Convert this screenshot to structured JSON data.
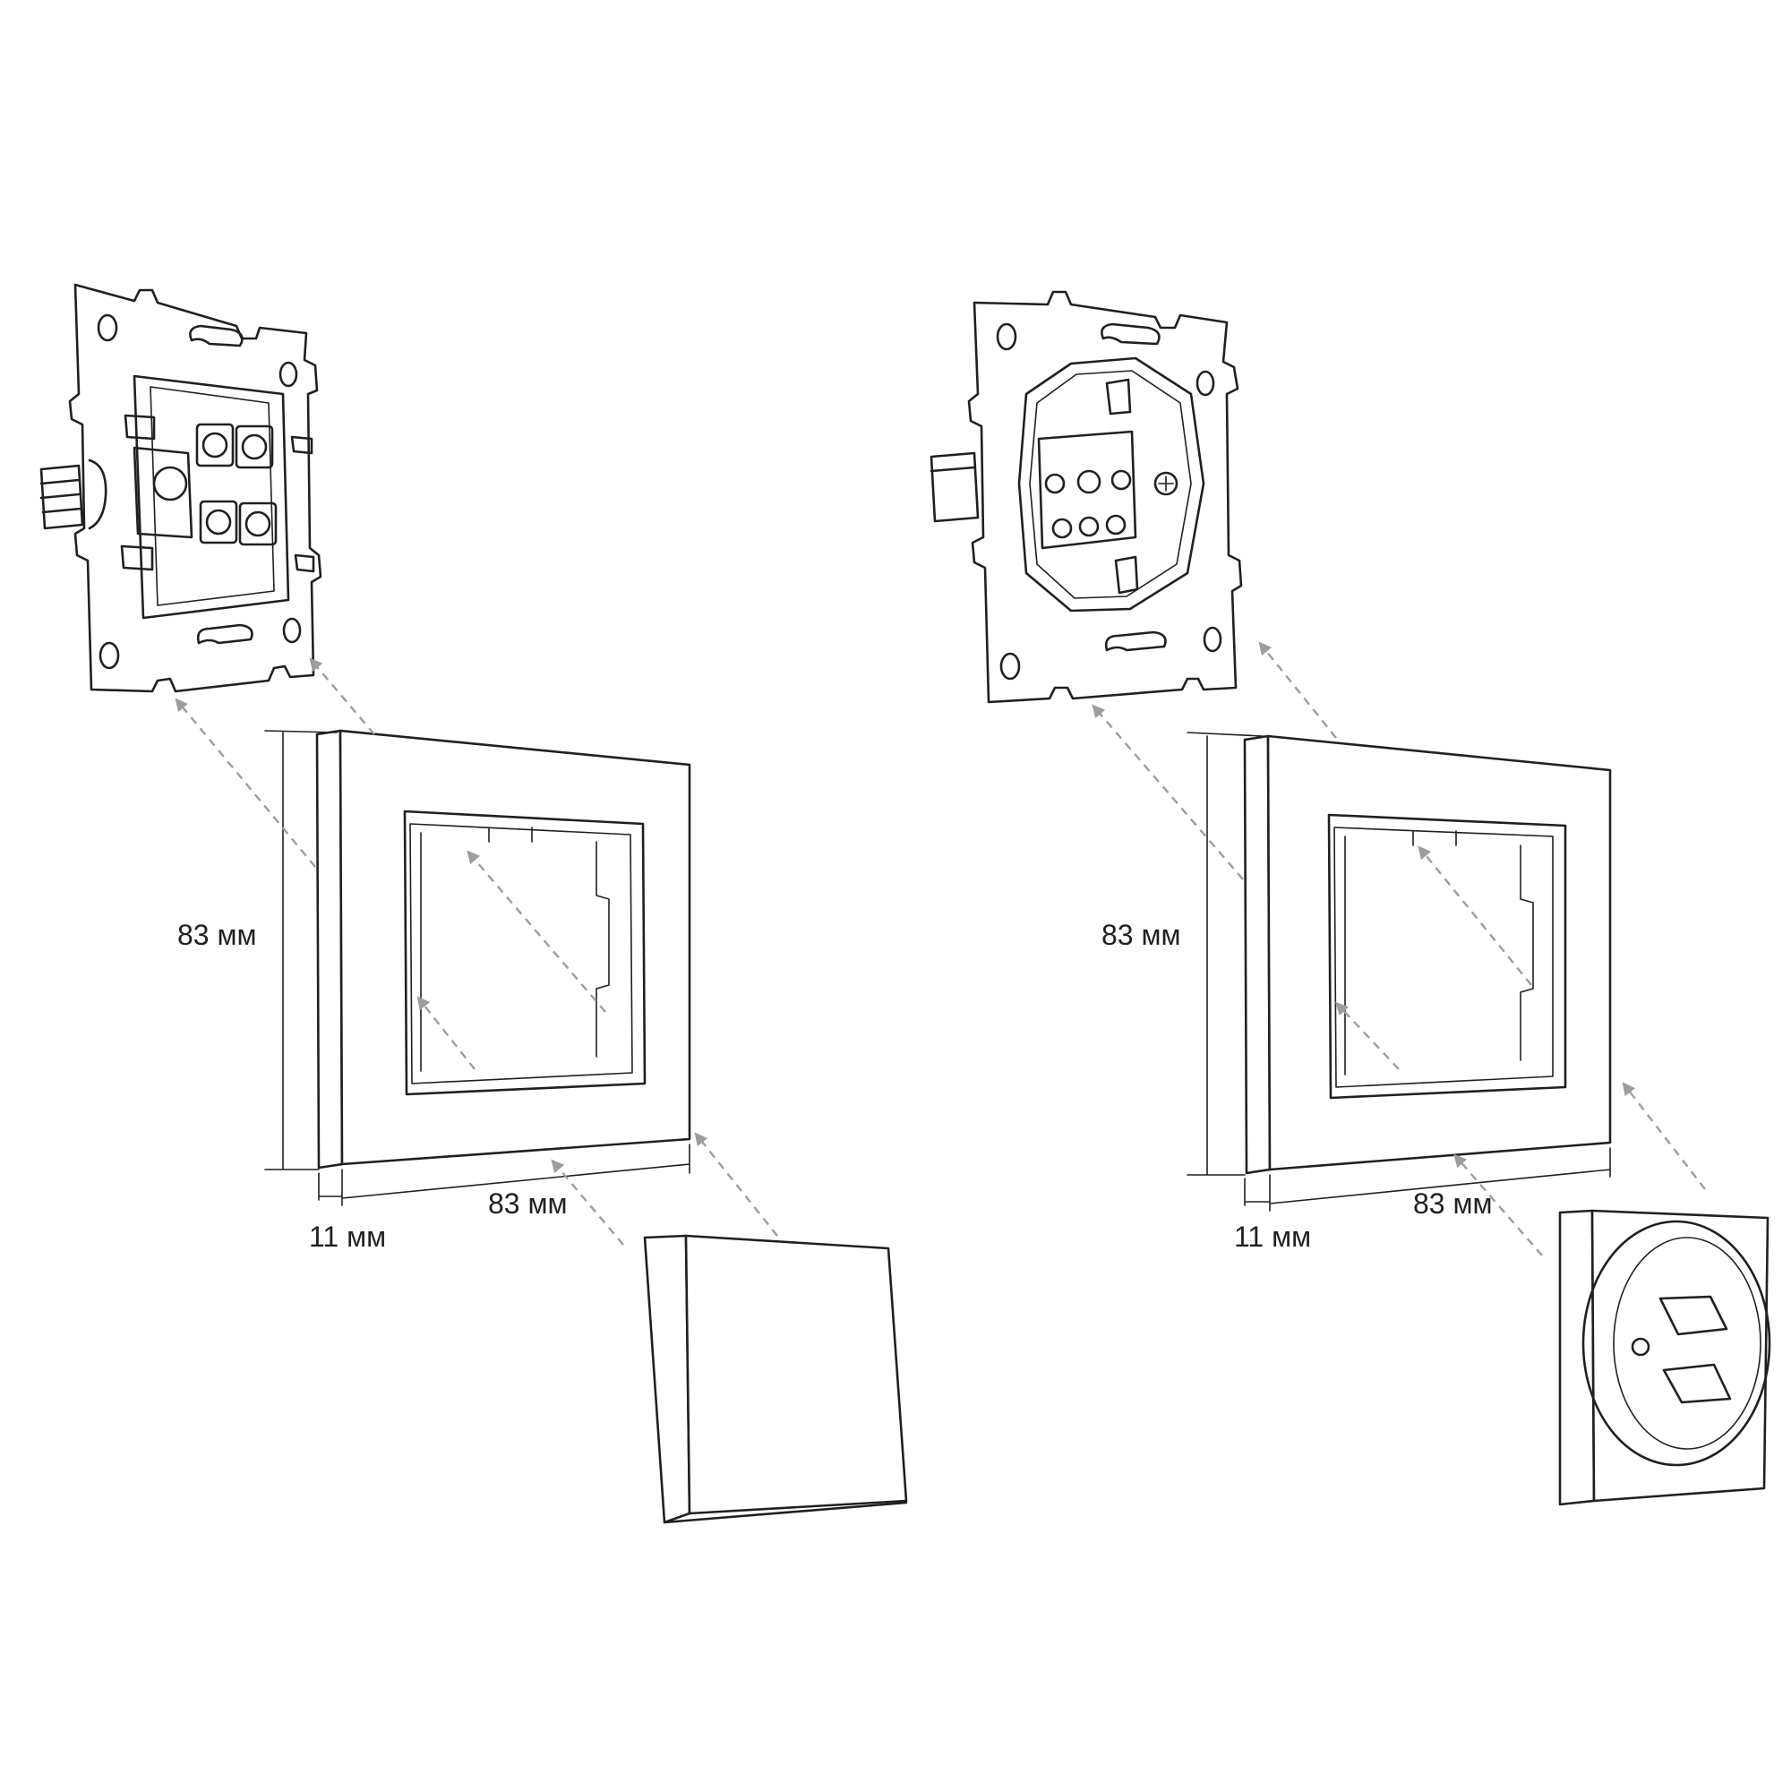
{
  "dimensions": {
    "left": {
      "height": "83 мм",
      "width": "83 мм",
      "depth": "11 мм"
    },
    "right": {
      "height": "83 мм",
      "width": "83 мм",
      "depth": "11 мм"
    }
  },
  "colors": {
    "line": "#231f20",
    "arrow": "#9d9d9c",
    "background": "#ffffff"
  }
}
